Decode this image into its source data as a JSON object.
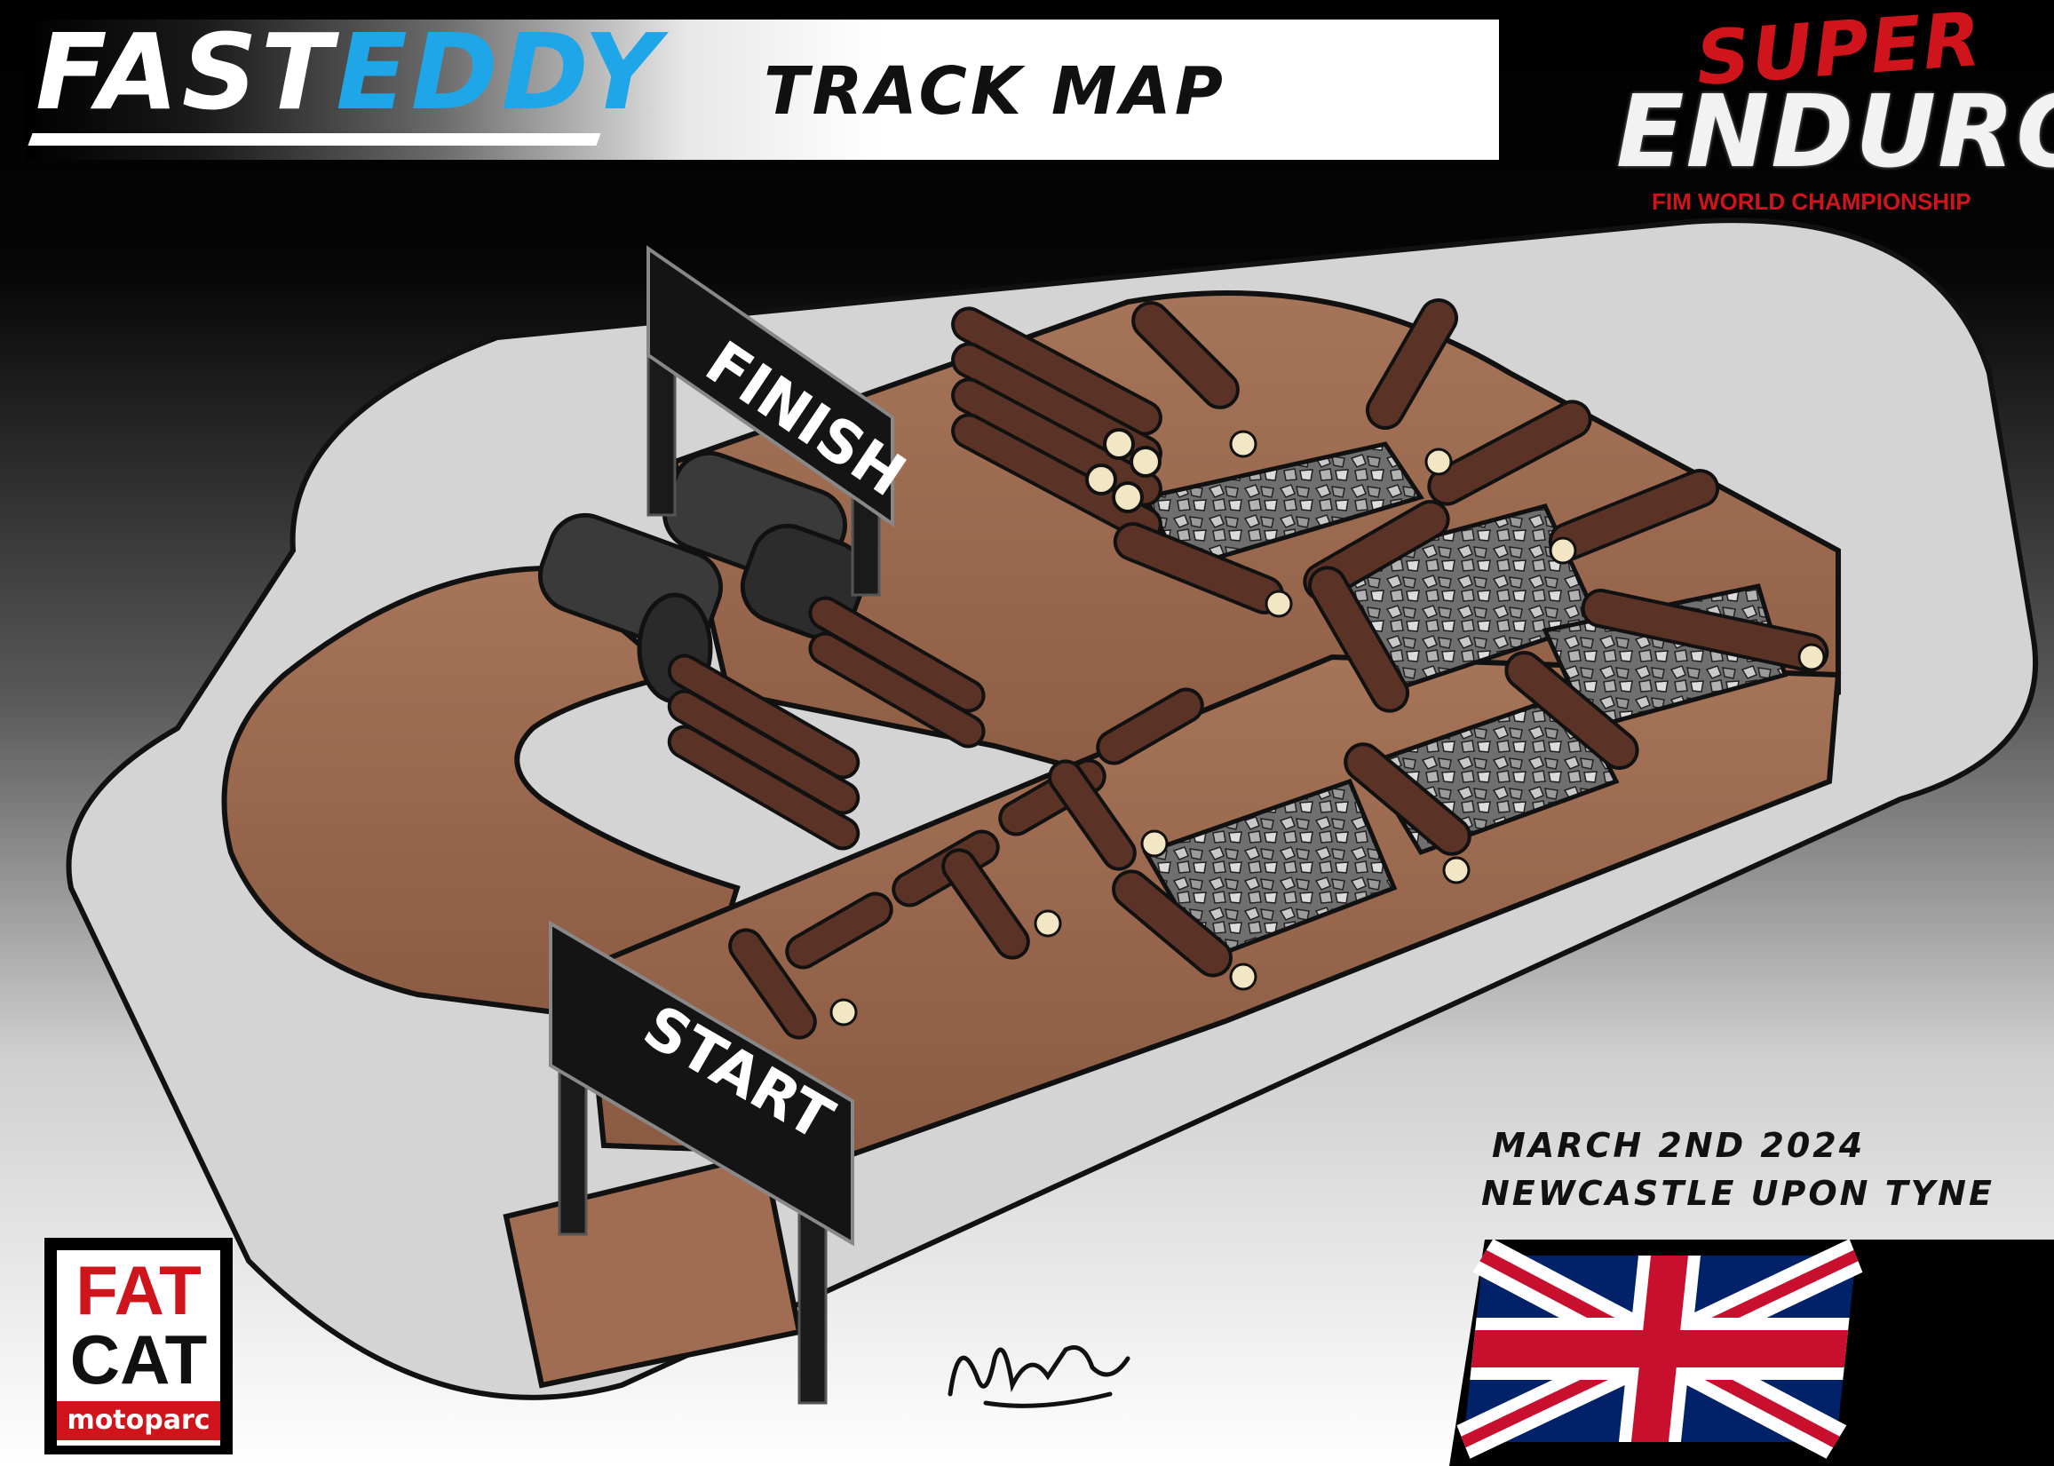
{
  "header": {
    "brand_fast": "FAST",
    "brand_eddy": "EDDY",
    "title": "TRACK MAP"
  },
  "event_logo": {
    "super": "SUPER",
    "enduro": "ENDURO",
    "subtitle": "FIM WORLD CHAMPIONSHIP"
  },
  "gates": {
    "finish_label": "FINISH",
    "start_label": "START"
  },
  "event": {
    "date": "MARCH 2ND 2024",
    "location": "NEWCASTLE UPON TYNE"
  },
  "sponsor": {
    "line1": "FAT",
    "line2": "CAT",
    "line3": "motoparc"
  },
  "colors": {
    "brand_blue": "#1ea6e8",
    "enduro_red": "#d0141c",
    "dirt": "#9a6a52",
    "log": "#5b3326",
    "rock": "#8a8a8a"
  }
}
